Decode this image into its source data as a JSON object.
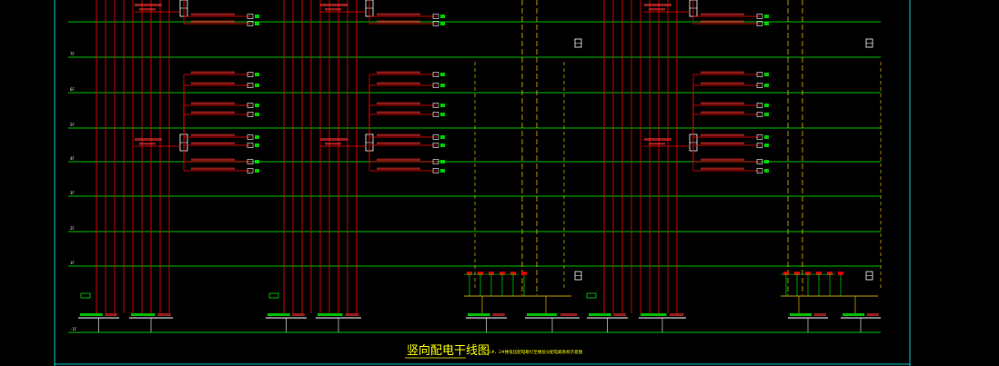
{
  "diagram": {
    "title": "竖向配电干线图",
    "subtitle": "1#、2#楼低压配电箱引至楼层分配电箱系统示意图",
    "floor_labels": [
      "7F",
      "6F",
      "5F",
      "4F",
      "3F",
      "2F",
      "1F",
      "-1F"
    ],
    "colors": {
      "background": "#000000",
      "frame": "#00c8c8",
      "floor_line": "#00ff00",
      "feeder": "#ff0000",
      "box": "#ffffff",
      "riser": "#ffd400",
      "text": "#ff3030"
    }
  }
}
